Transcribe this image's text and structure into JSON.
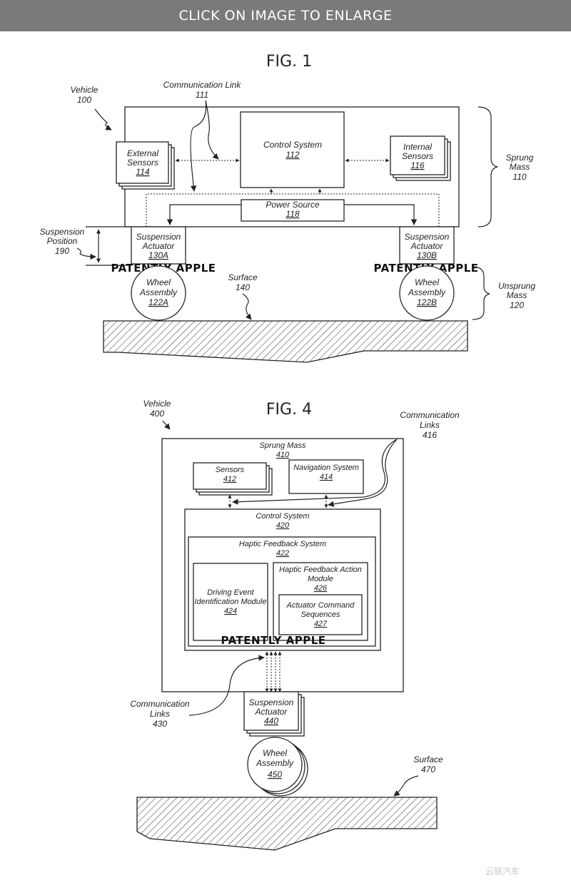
{
  "banner": "CLICK ON IMAGE TO ENLARGE",
  "fig1": {
    "title": "FIG. 1",
    "vehicle": {
      "label": "Vehicle",
      "num": "100"
    },
    "comm_link": {
      "label": "Communication Link",
      "num": "111"
    },
    "control_system": {
      "label": "Control System",
      "num": "112"
    },
    "external_sensors": {
      "line1": "External",
      "line2": "Sensors",
      "num": "114"
    },
    "internal_sensors": {
      "line1": "Internal",
      "line2": "Sensors",
      "num": "116"
    },
    "power_source": {
      "label": "Power Source",
      "num": "118"
    },
    "sprung_mass": {
      "line1": "Sprung",
      "line2": "Mass",
      "num": "110"
    },
    "unsprung_mass": {
      "line1": "Unsprung",
      "line2": "Mass",
      "num": "120"
    },
    "suspension_position": {
      "line1": "Suspension",
      "line2": "Position",
      "num": "190"
    },
    "actuator_a": {
      "line1": "Suspension",
      "line2": "Actuator",
      "num": "130A"
    },
    "actuator_b": {
      "line1": "Suspension",
      "line2": "Actuator",
      "num": "130B"
    },
    "wheel_a": {
      "line1": "Wheel",
      "line2": "Assembly",
      "num": "122A"
    },
    "wheel_b": {
      "line1": "Wheel",
      "line2": "Assembly",
      "num": "122B"
    },
    "surface": {
      "label": "Surface",
      "num": "140"
    },
    "watermark": "PATENTLY APPLE"
  },
  "fig4": {
    "title": "FIG. 4",
    "vehicle": {
      "label": "Vehicle",
      "num": "400"
    },
    "comm_links_top": {
      "line1": "Communication",
      "line2": "Links",
      "num": "416"
    },
    "sprung_mass": {
      "label": "Sprung Mass",
      "num": "410"
    },
    "sensors": {
      "label": "Sensors",
      "num": "412"
    },
    "navigation": {
      "label": "Navigation System",
      "num": "414"
    },
    "control_system": {
      "label": "Control System",
      "num": "420"
    },
    "haptic_system": {
      "label": "Haptic Feedback System",
      "num": "422"
    },
    "driving_event": {
      "line1": "Driving Event",
      "line2": "Identification Module",
      "num": "424"
    },
    "haptic_action": {
      "line1": "Haptic Feedback Action",
      "line2": "Module",
      "num": "426"
    },
    "actuator_cmd": {
      "line1": "Actuator Command",
      "line2": "Sequences",
      "num": "427"
    },
    "comm_links_bottom": {
      "line1": "Communication",
      "line2": "Links",
      "num": "430"
    },
    "suspension_actuator": {
      "line1": "Suspension",
      "line2": "Actuator",
      "num": "440"
    },
    "wheel": {
      "line1": "Wheel",
      "line2": "Assembly",
      "num": "450"
    },
    "surface": {
      "label": "Surface",
      "num": "470"
    },
    "watermark": "PATENTLY APPLE"
  },
  "corner_watermark": "云联汽车"
}
